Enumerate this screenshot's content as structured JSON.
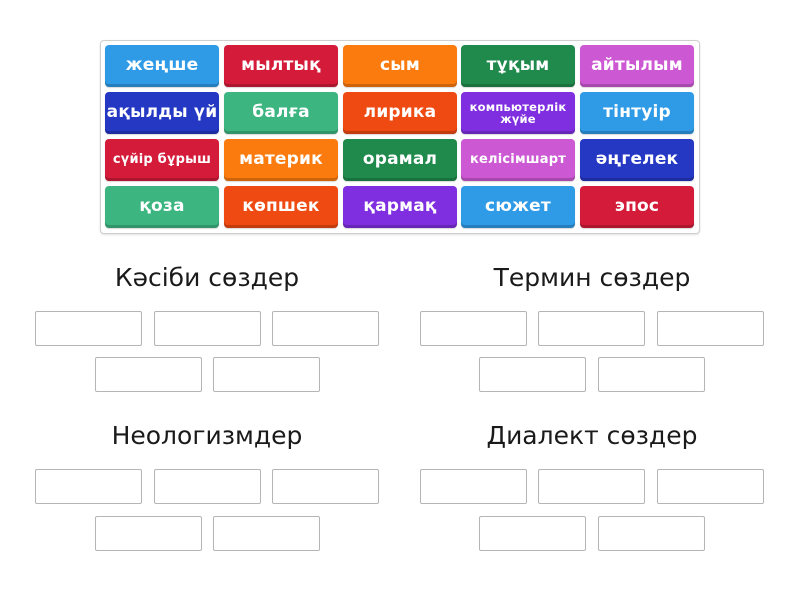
{
  "tiles": [
    {
      "label": "жеңше",
      "color": "#2f9be6"
    },
    {
      "label": "мылтық",
      "color": "#d41c3a"
    },
    {
      "label": "сым",
      "color": "#fb7b0f"
    },
    {
      "label": "тұқым",
      "color": "#1f8a4c"
    },
    {
      "label": "айтылым",
      "color": "#cc58d3"
    },
    {
      "label": "ақылды үй",
      "color": "#2438c4"
    },
    {
      "label": "балға",
      "color": "#3db581"
    },
    {
      "label": "лирика",
      "color": "#ee4a12"
    },
    {
      "label": "компьютерлік жүйе",
      "color": "#7f2fdf"
    },
    {
      "label": "тінтуір",
      "color": "#2f9be6"
    },
    {
      "label": "сүйір бұрыш",
      "color": "#d41c3a"
    },
    {
      "label": "материк",
      "color": "#fb7b0f"
    },
    {
      "label": "орамал",
      "color": "#1f8a4c"
    },
    {
      "label": "келісімшарт",
      "color": "#cc58d3"
    },
    {
      "label": "әңгелек",
      "color": "#2438c4"
    },
    {
      "label": "қоза",
      "color": "#3db581"
    },
    {
      "label": "көпшек",
      "color": "#ee4a12"
    },
    {
      "label": "қармақ",
      "color": "#7f2fdf"
    },
    {
      "label": "сюжет",
      "color": "#2f9be6"
    },
    {
      "label": "эпос",
      "color": "#d41c3a"
    }
  ],
  "groups": [
    {
      "title": "Кәсіби сөздер",
      "slots": 5
    },
    {
      "title": "Термин сөздер",
      "slots": 5
    },
    {
      "title": "Неологизмдер",
      "slots": 5
    },
    {
      "title": "Диалект сөздер",
      "slots": 5
    }
  ]
}
